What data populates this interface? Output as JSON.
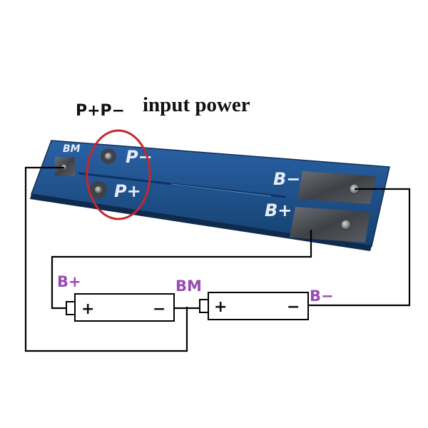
{
  "title": {
    "terminals": "P+P−",
    "caption": "input power"
  },
  "board": {
    "pad_bm": "BM",
    "pad_p_minus": "P−",
    "pad_p_plus": "P+",
    "pad_b_minus": "B−",
    "pad_b_plus": "B+"
  },
  "labels": {
    "b_plus": "B+",
    "bm": "BM",
    "b_minus": "B−"
  },
  "cells": [
    {
      "plus": "+",
      "minus": "−"
    },
    {
      "plus": "+",
      "minus": "−"
    }
  ],
  "colors": {
    "pcb": "#1d4f8c",
    "pcb_dark": "#143a6b",
    "pad": "#4a4d52",
    "wire": "#000000",
    "highlight": "#c8262b",
    "label": "#9a4bb5"
  }
}
